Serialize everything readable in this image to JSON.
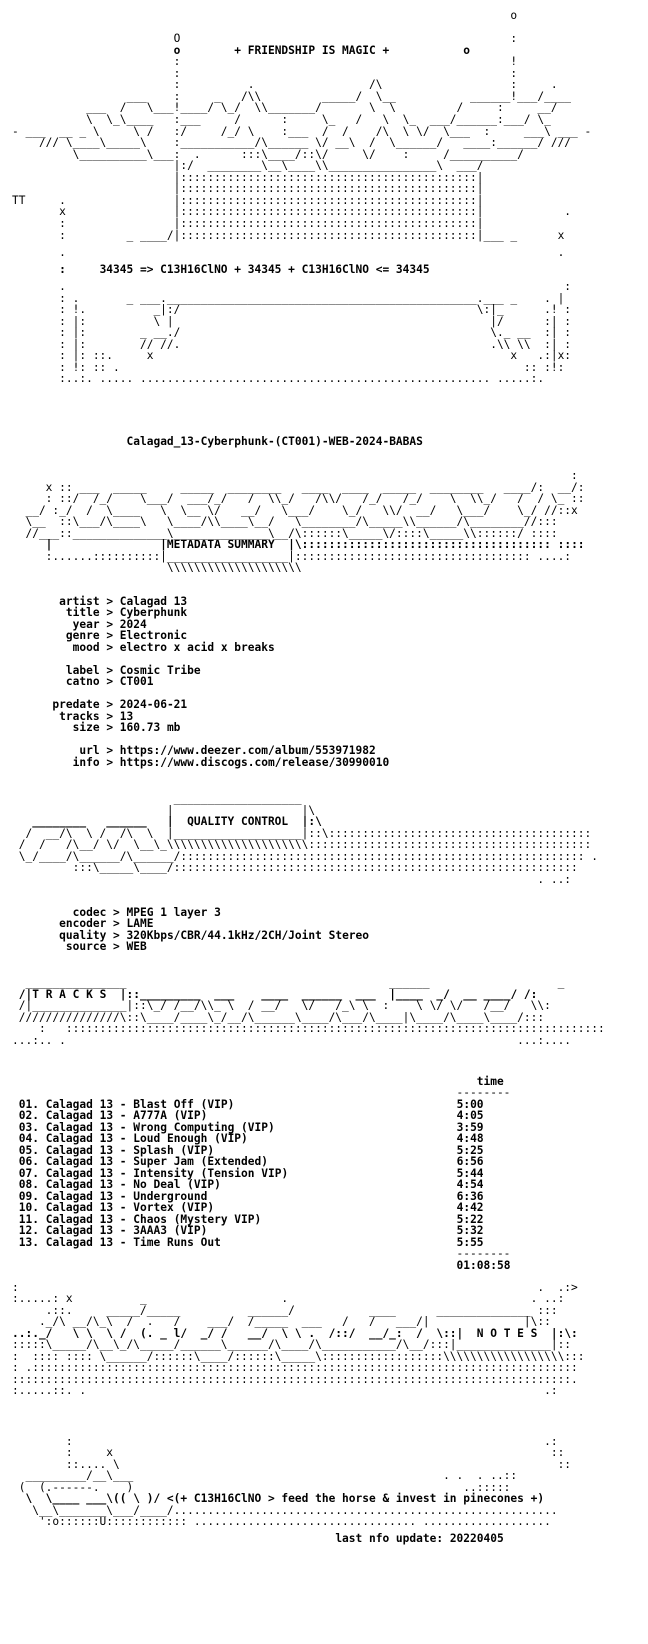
{
  "header": {
    "banner_title": "+ FRIENDSHIP IS MAGIC +",
    "formula_line": "34345 => C13H16ClNO + 34345 + C13H16ClNO <= 34345"
  },
  "release_name": "Calagad_13-Cyberphunk-(CT001)-WEB-2024-BABAS",
  "metadata": {
    "section_title": "METADATA SUMMARY",
    "rows": [
      {
        "key": "artist",
        "value": "Calagad 13"
      },
      {
        "key": "title",
        "value": "Cyberphunk"
      },
      {
        "key": "year",
        "value": "2024"
      },
      {
        "key": "genre",
        "value": "Electronic"
      },
      {
        "key": "mood",
        "value": "electro x acid x breaks"
      },
      {
        "key": "label",
        "value": "Cosmic Tribe"
      },
      {
        "key": "catno",
        "value": "CT001"
      },
      {
        "key": "predate",
        "value": "2024-06-21"
      },
      {
        "key": "tracks",
        "value": "13"
      },
      {
        "key": "size",
        "value": "160.73 mb"
      },
      {
        "key": "url",
        "value": "https://www.deezer.com/album/553971982"
      },
      {
        "key": "info",
        "value": "https://www.discogs.com/release/30990010"
      }
    ]
  },
  "quality": {
    "section_title": "QUALITY CONTROL",
    "rows": [
      {
        "key": "codec",
        "value": "MPEG 1 layer 3"
      },
      {
        "key": "encoder",
        "value": "LAME"
      },
      {
        "key": "quality",
        "value": "320Kbps/CBR/44.1kHz/2CH/Joint Stereo"
      },
      {
        "key": "source",
        "value": "WEB"
      }
    ]
  },
  "tracks": {
    "section_title": "T R A C K S",
    "time_header": "time",
    "list": [
      {
        "num": "01.",
        "name": "Calagad 13 - Blast Off (VIP)",
        "time": "5:00"
      },
      {
        "num": "02.",
        "name": "Calagad 13 - A777A (VIP)",
        "time": "4:05"
      },
      {
        "num": "03.",
        "name": "Calagad 13 - Wrong Computing (VIP)",
        "time": "3:59"
      },
      {
        "num": "04.",
        "name": "Calagad 13 - Loud Enough (VIP)",
        "time": "4:48"
      },
      {
        "num": "05.",
        "name": "Calagad 13 - Splash (VIP)",
        "time": "5:25"
      },
      {
        "num": "06.",
        "name": "Calagad 13 - Super Jam (Extended)",
        "time": "6:56"
      },
      {
        "num": "07.",
        "name": "Calagad 13 - Intensity (Tension VIP)",
        "time": "5:44"
      },
      {
        "num": "08.",
        "name": "Calagad 13 - No Deal (VIP)",
        "time": "4:54"
      },
      {
        "num": "09.",
        "name": "Calagad 13 - Underground",
        "time": "6:36"
      },
      {
        "num": "10.",
        "name": "Calagad 13 - Vortex (VIP)",
        "time": "4:42"
      },
      {
        "num": "11.",
        "name": "Calagad 13 - Chaos (Mystery VIP)",
        "time": "5:22"
      },
      {
        "num": "12.",
        "name": "Calagad 13 - 3AAA3 (VIP)",
        "time": "5:32"
      },
      {
        "num": "13.",
        "name": "Calagad 13 - Time Runs Out",
        "time": "5:55"
      }
    ],
    "total": "01:08:58"
  },
  "notes": {
    "section_title": "N O T E S"
  },
  "footer": {
    "tagline": "<(+ C13H16ClNO > feed the horse & invest in pinecones +)",
    "last_update": "last nfo update: 20220405"
  }
}
